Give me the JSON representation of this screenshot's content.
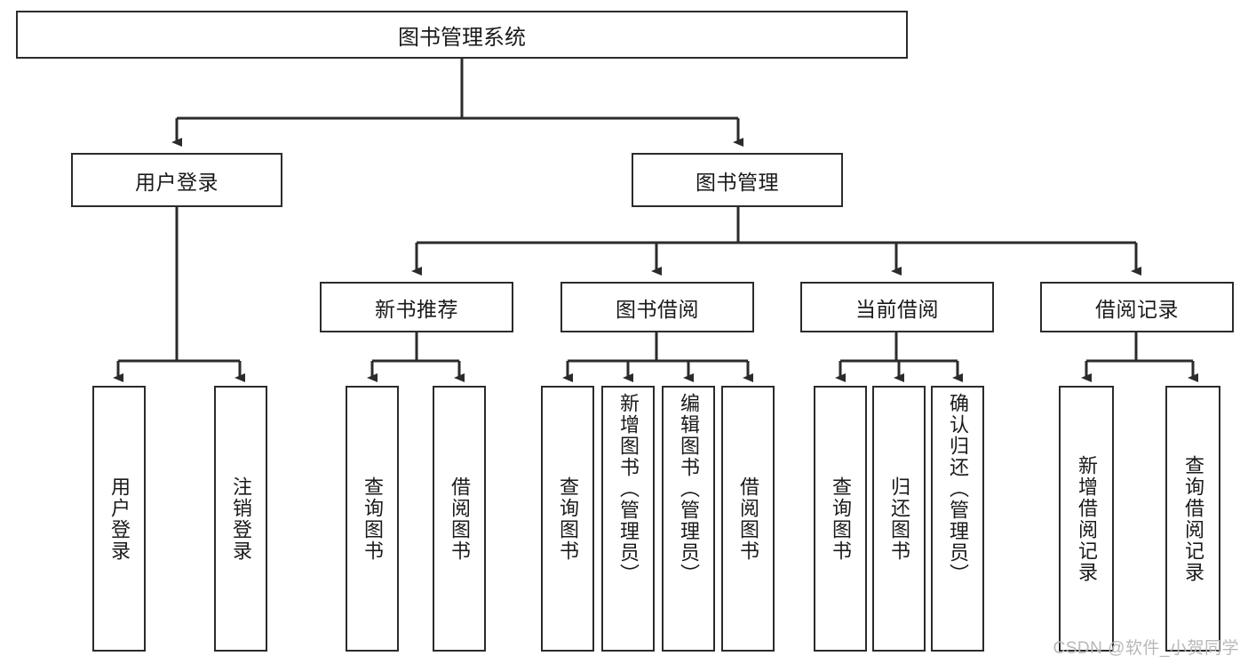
{
  "diagram": {
    "title": "图书管理系统",
    "type": "tree-hierarchy",
    "root": {
      "label": "图书管理系统"
    },
    "level2": [
      {
        "label": "用户登录"
      },
      {
        "label": "图书管理"
      }
    ],
    "level3": [
      {
        "label": "新书推荐"
      },
      {
        "label": "图书借阅"
      },
      {
        "label": "当前借阅"
      },
      {
        "label": "借阅记录"
      }
    ],
    "leaves": {
      "user_login": [
        {
          "label": "用户登录"
        },
        {
          "label": "注销登录"
        }
      ],
      "new_book_recommend": [
        {
          "label": "查询图书"
        },
        {
          "label": "借阅图书"
        }
      ],
      "book_borrow": [
        {
          "label": "查询图书"
        },
        {
          "label": "新增图书（管理员）"
        },
        {
          "label": "编辑图书（管理员）"
        },
        {
          "label": "借阅图书"
        }
      ],
      "current_borrow": [
        {
          "label": "查询图书"
        },
        {
          "label": "归还图书"
        },
        {
          "label": "确认归还（管理员）"
        }
      ],
      "borrow_record": [
        {
          "label": "新增借阅记录"
        },
        {
          "label": "查询借阅记录"
        }
      ]
    }
  },
  "watermark": {
    "text": "CSDN @软件_小贺同学"
  },
  "colors": {
    "border": "#2b2b2b",
    "background": "#ffffff",
    "text": "#1a1a1a",
    "watermark": "#b8b8b8"
  }
}
